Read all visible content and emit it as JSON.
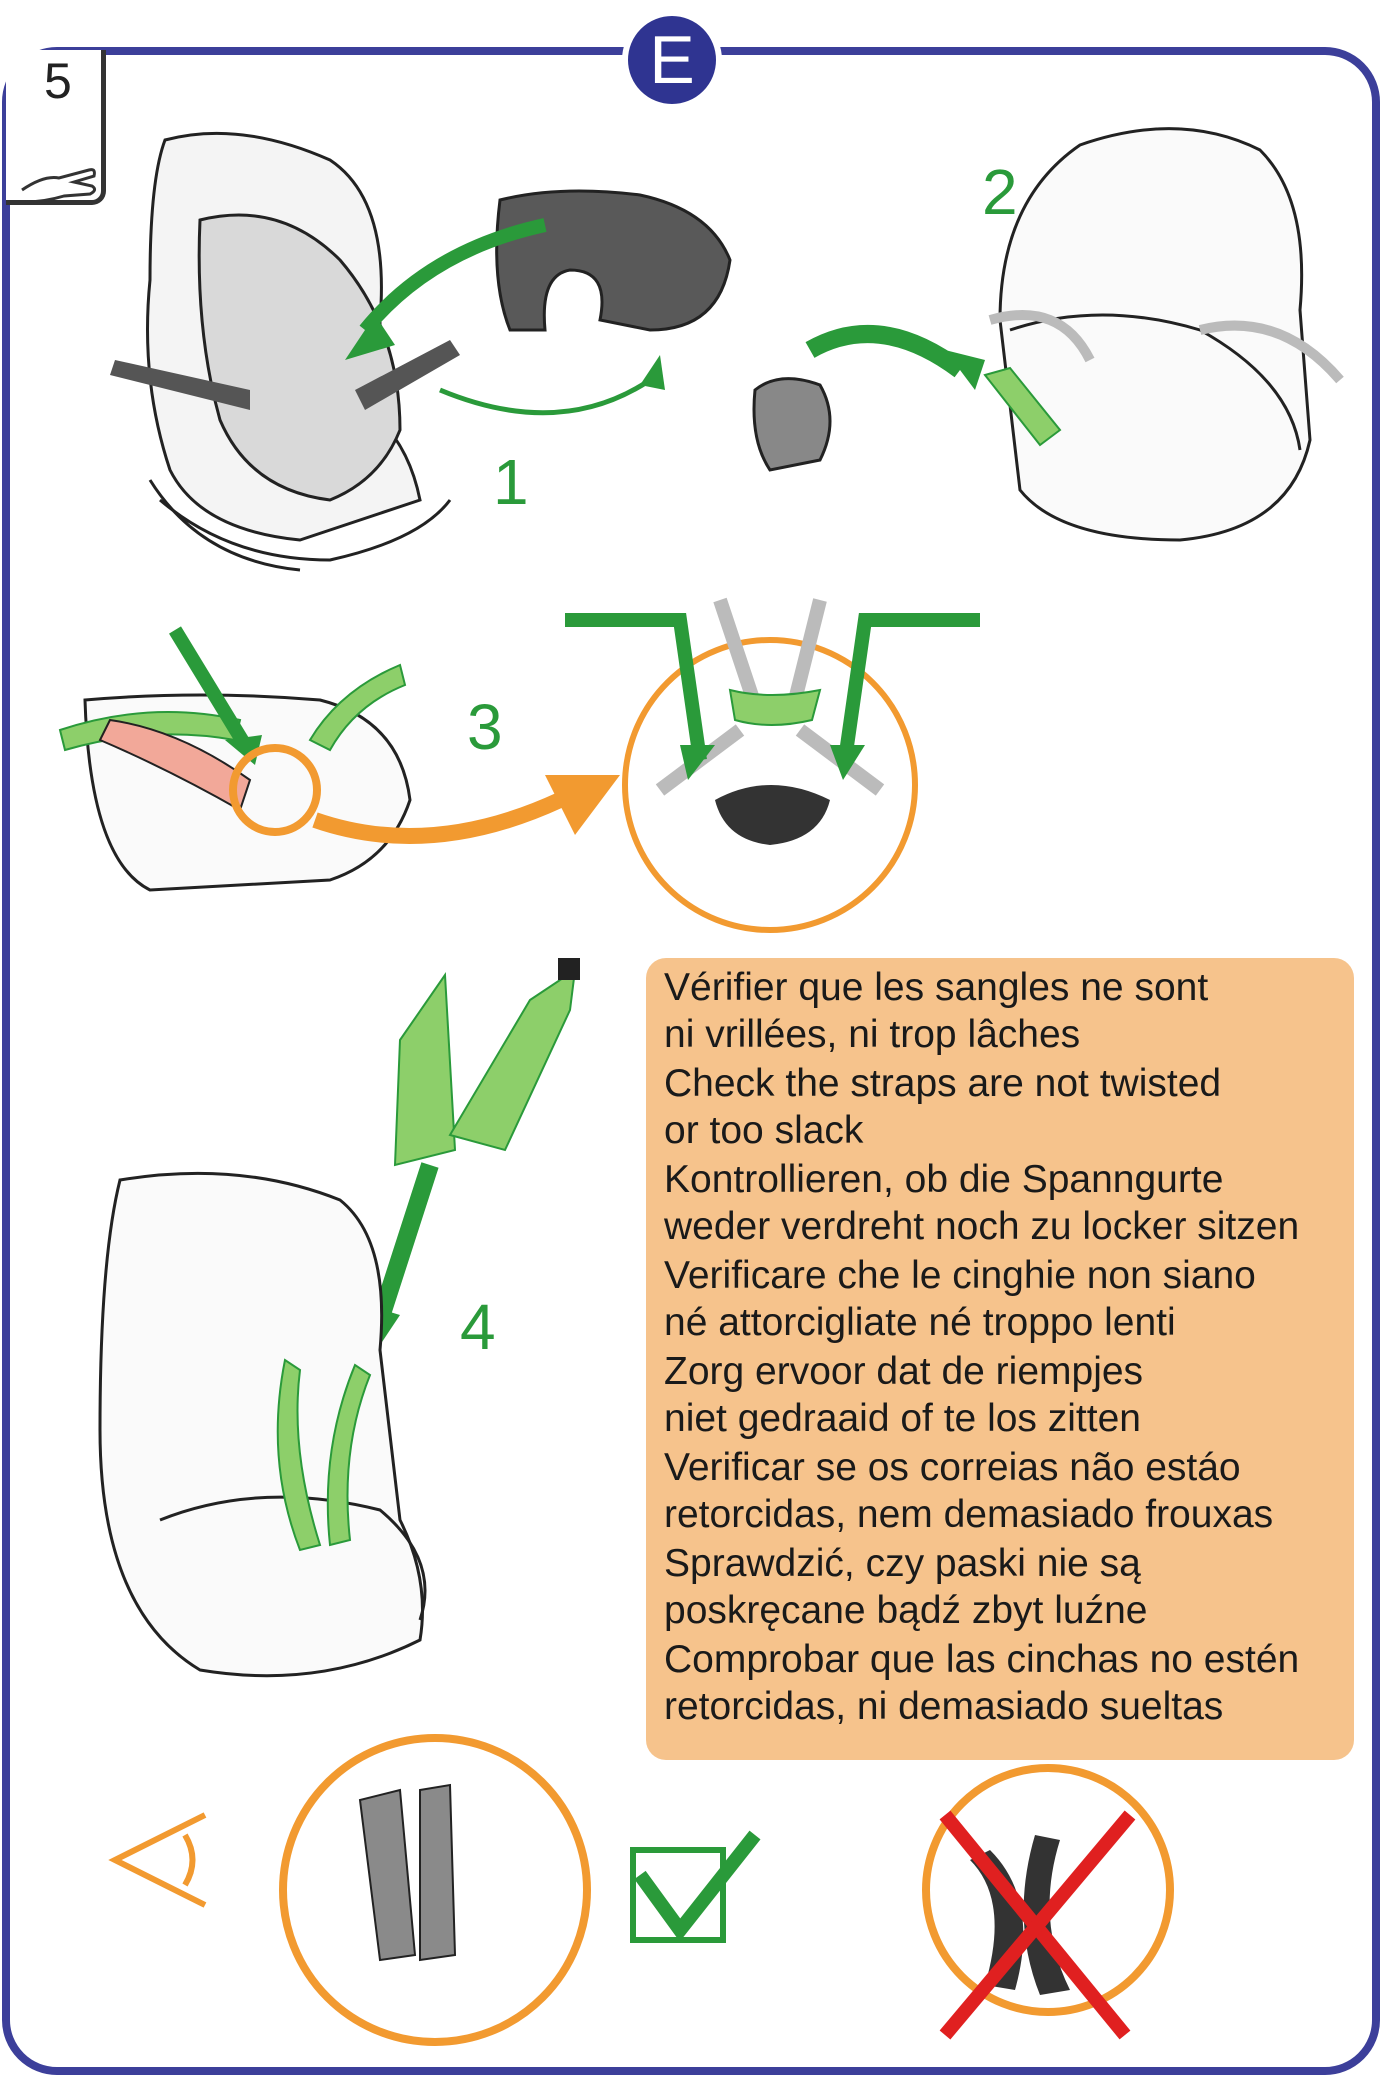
{
  "section_badge": "E",
  "step_box_number": "5",
  "step_labels": [
    "1",
    "2",
    "3",
    "4"
  ],
  "instructions": [
    "Vérifier que les sangles ne sont\nni vrillées, ni trop lâches",
    "Check the straps are not twisted\nor too slack",
    "Kontrollieren, ob die Spanngurte\nweder verdreht noch zu locker sitzen",
    "Verificare che le cinghie non siano\nné attorcigliate né troppo lenti",
    "Zorg ervoor dat de riempjes\nniet gedraaid of te los zitten",
    "Verificar se os correias não estáo\nretorcidas, nem demasiado frouxas",
    "Sprawdzić, czy paski nie są\nposkręcane bądź zbyt luźne",
    "Comprobar que las cinchas no estén\nretorcidas, ni demasiado sueltas"
  ],
  "colors": {
    "frame": "#3c3f9a",
    "green": "#2a9a3a",
    "light_green": "#8dcf6a",
    "orange": "#f29a30",
    "textbox": "#f6c38c",
    "red": "#e02020"
  },
  "icons": [
    "hand-icon",
    "eye-icon",
    "checkmark-icon",
    "cross-icon"
  ]
}
